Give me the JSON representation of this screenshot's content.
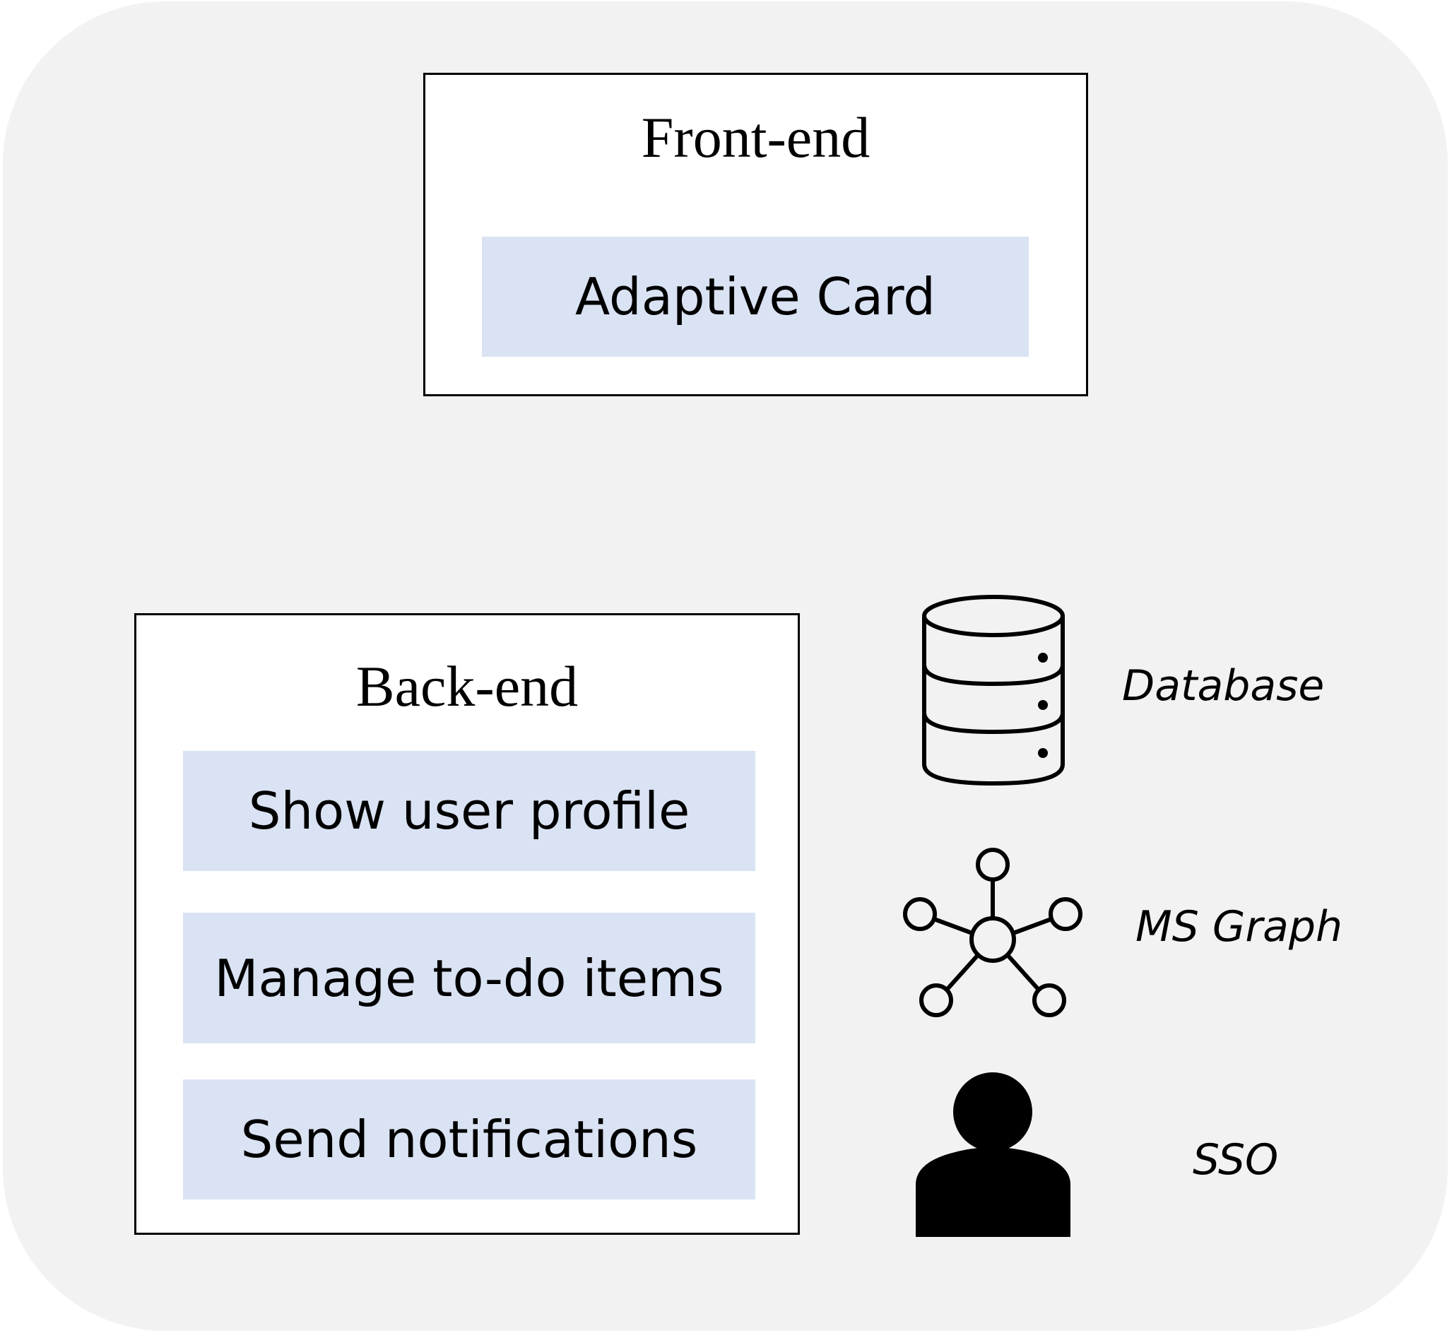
{
  "frontend": {
    "title": "Front-end",
    "items": [
      "Adaptive Card"
    ]
  },
  "backend": {
    "title": "Back-end",
    "items": [
      "Show user profile",
      "Manage to-do items",
      "Send notifications"
    ]
  },
  "services": [
    {
      "label": "Database",
      "icon": "database-icon"
    },
    {
      "label": "MS Graph",
      "icon": "graph-network-icon"
    },
    {
      "label": "SSO",
      "icon": "user-person-icon"
    }
  ],
  "colors": {
    "background": "#f2f2f2",
    "panel": "#ffffff",
    "feature_fill": "#dae3f3",
    "stroke": "#000000"
  }
}
